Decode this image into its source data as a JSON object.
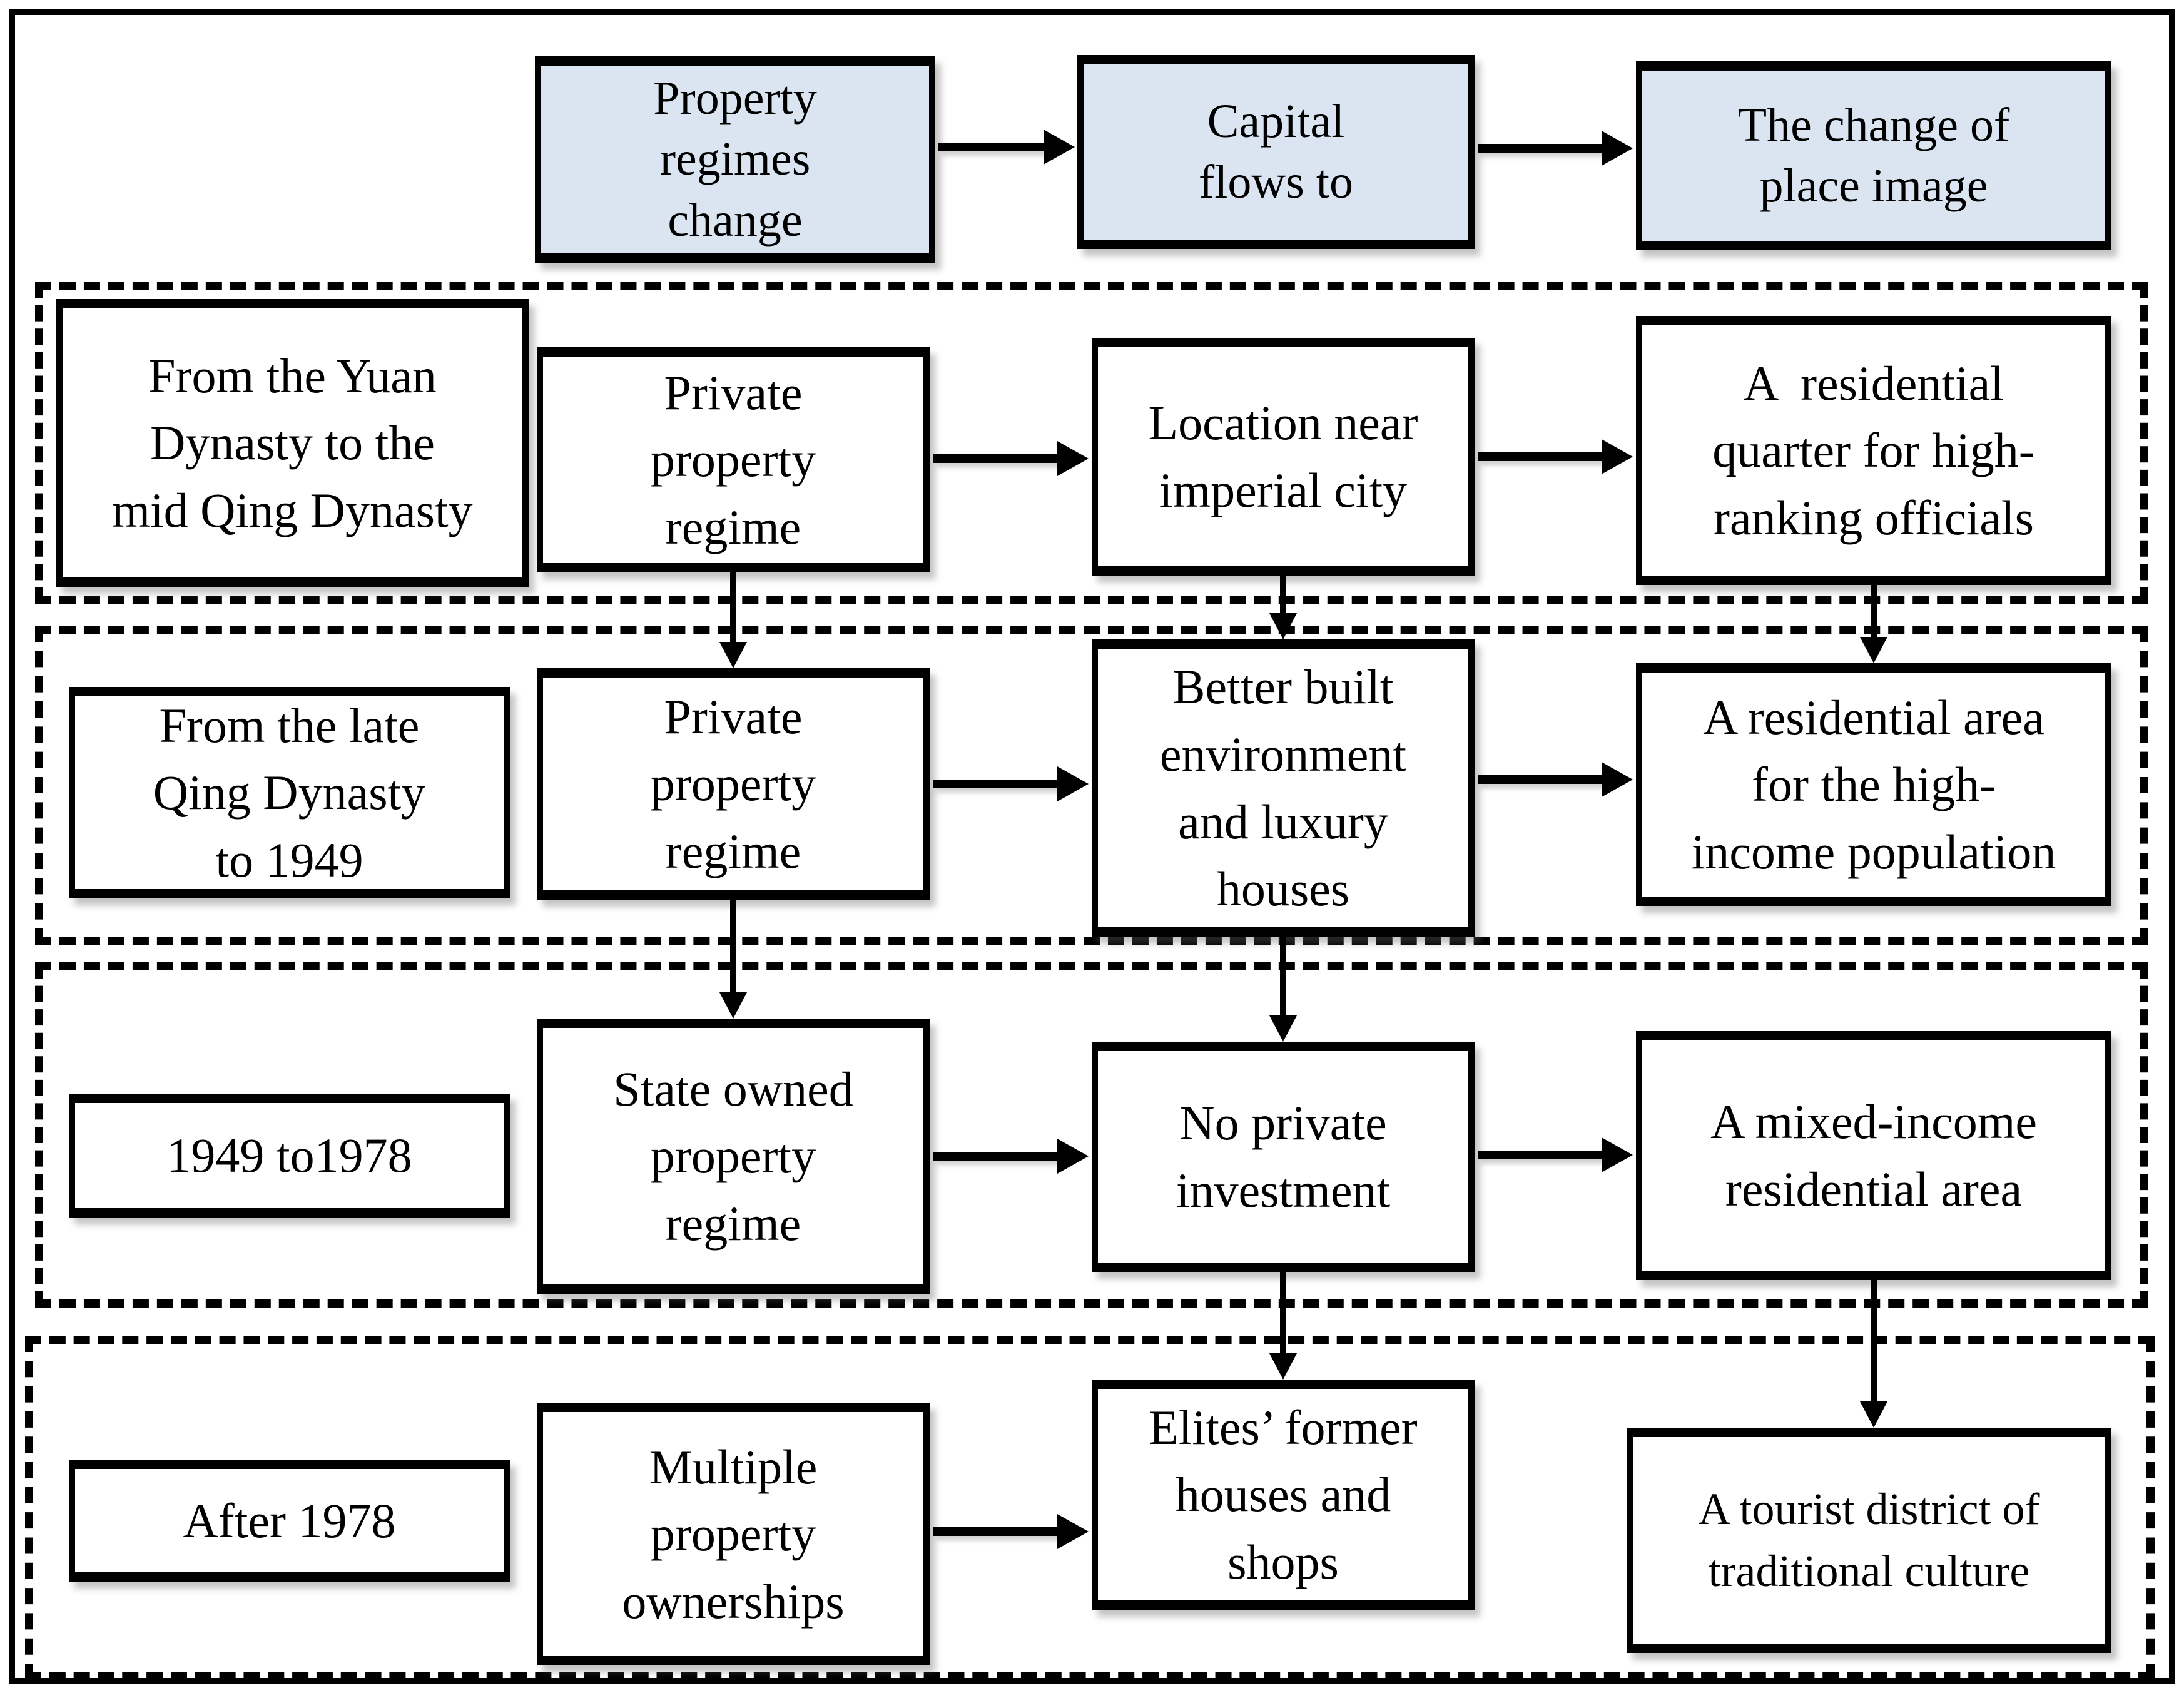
{
  "figure": {
    "header": [
      {
        "label": "Property\nregimes\nchange"
      },
      {
        "label": "Capital\nflows to"
      },
      {
        "label": "The change of\nplace image"
      }
    ],
    "rows": [
      {
        "period": "From the Yuan\nDynasty to the\nmid Qing Dynasty",
        "property_regime": "Private\nproperty\nregime",
        "capital_flow": "Location near\nimperial city",
        "place_image": "A  residential\nquarter for high-\nranking officials"
      },
      {
        "period": "From the late\nQing Dynasty\nto 1949",
        "property_regime": "Private\nproperty\nregime",
        "capital_flow": "Better built\nenvironment\nand luxury\nhouses",
        "place_image": "A residential area\nfor the high-\nincome population"
      },
      {
        "period": "1949 to1978",
        "property_regime": "State owned\nproperty\nregime",
        "capital_flow": "No private\ninvestment",
        "place_image": "A mixed-income\nresidential area"
      },
      {
        "period": "After 1978",
        "property_regime": "Multiple\nproperty\nownerships",
        "capital_flow": "Elites’ former\nhouses and\nshops",
        "place_image": "A tourist district of\ntraditional culture"
      }
    ],
    "colors": {
      "header_fill": "#dbe5f1",
      "box_fill": "#ffffff",
      "line": "#000000"
    }
  }
}
